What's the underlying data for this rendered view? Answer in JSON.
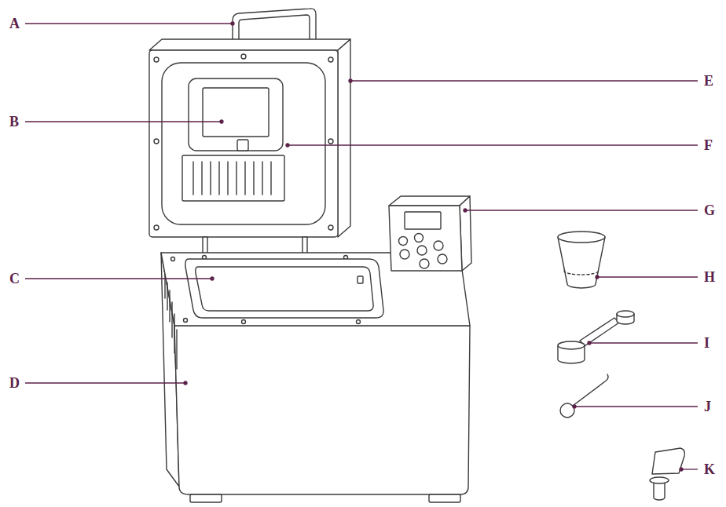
{
  "diagram": {
    "labels": [
      "A",
      "B",
      "C",
      "D",
      "E",
      "F",
      "G",
      "H",
      "I",
      "J",
      "K"
    ]
  }
}
